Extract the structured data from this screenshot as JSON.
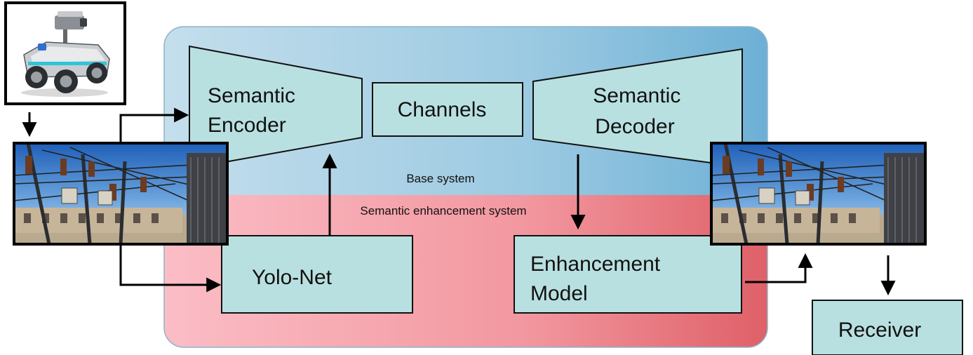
{
  "nodes": {
    "semantic_encoder": [
      "Semantic",
      "Encoder"
    ],
    "channels": "Channels",
    "semantic_decoder": [
      "Semantic",
      "Decoder"
    ],
    "yolo_net": "Yolo-Net",
    "enhancement_model": [
      "Enhancement",
      "Model"
    ],
    "receiver": "Receiver"
  },
  "regions": {
    "base_system": "Base system",
    "enhancement_system": "Semantic enhancement system"
  },
  "images": {
    "robot": "robot-vehicle-image",
    "input_photo": "substation-photo",
    "output_photo": "substation-photo"
  },
  "colors": {
    "box_fill": "#b9e0e0",
    "base_gradient_start": "#c3deed",
    "base_gradient_end": "#6fb2d6",
    "enhance_gradient_start": "#fbbdc6",
    "enhance_gradient_end": "#e0646c"
  }
}
